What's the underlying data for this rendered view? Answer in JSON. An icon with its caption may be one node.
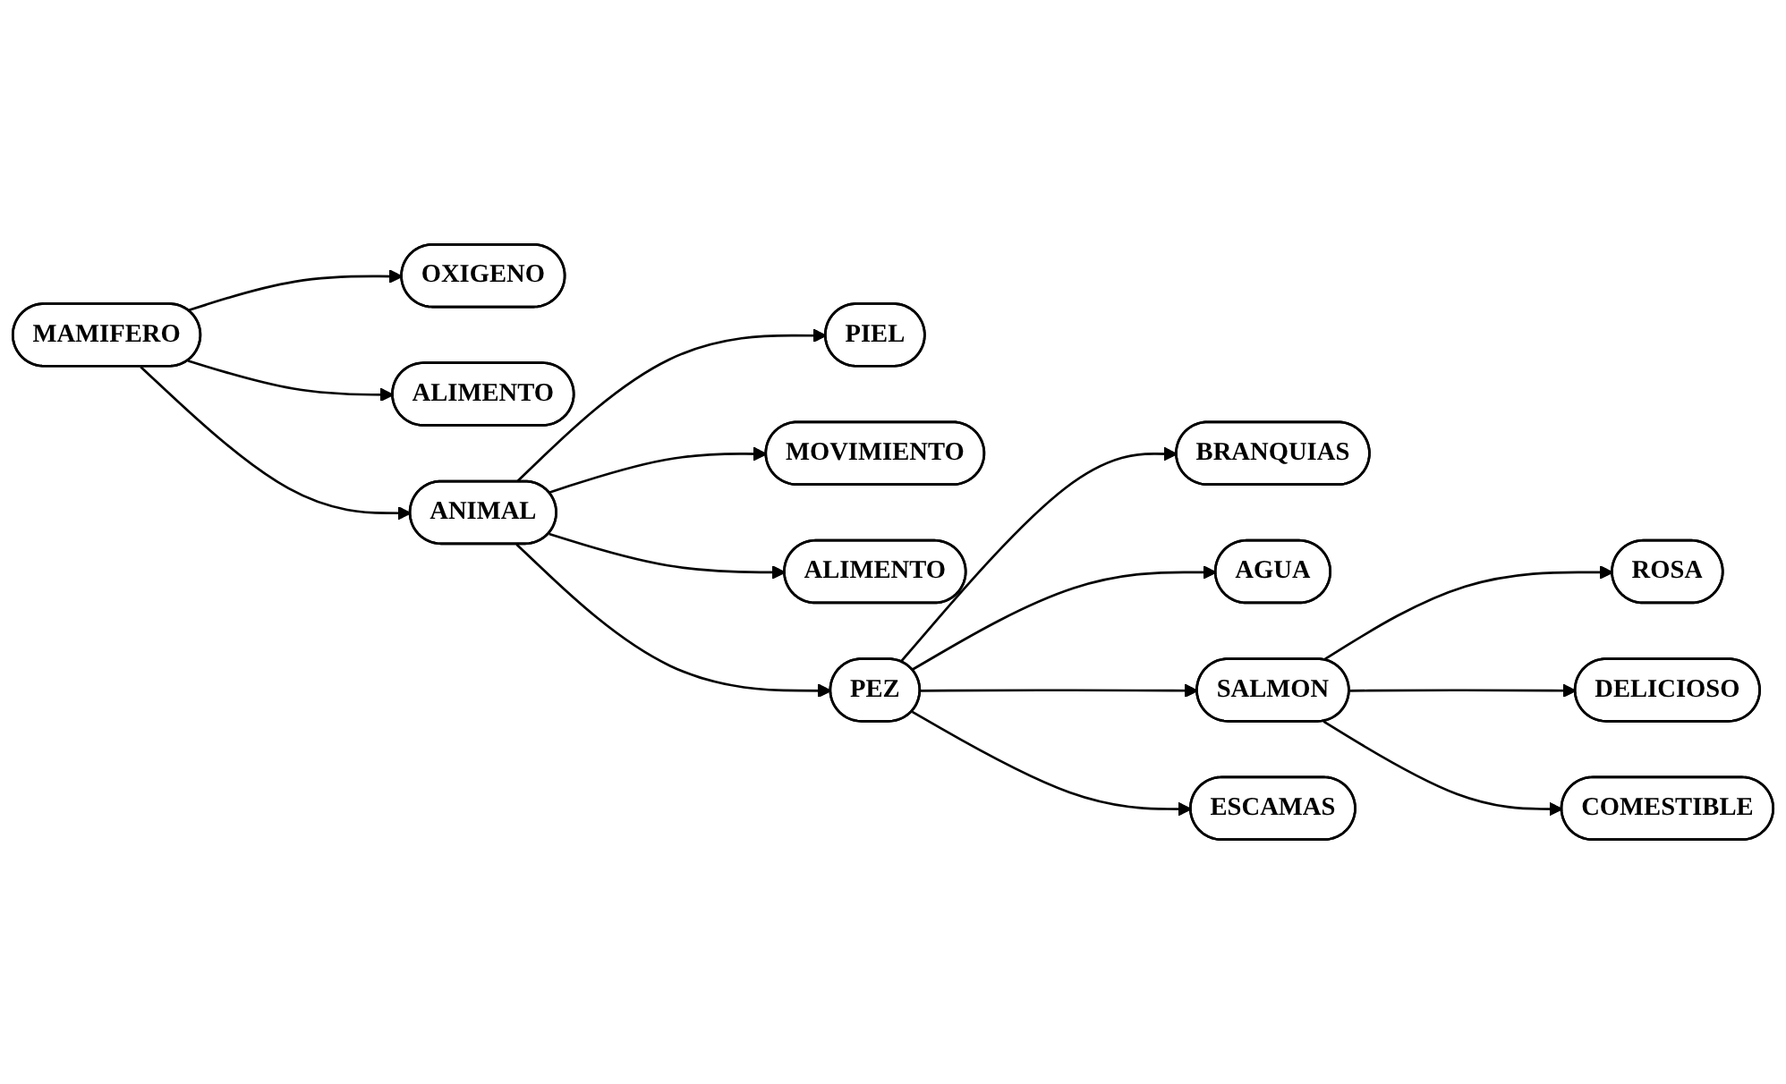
{
  "diagram": {
    "nodes": [
      {
        "text": [
          "OXIGENO"
        ]
      },
      {
        "text": [
          "MAMIFERO"
        ]
      },
      {
        "text": [
          "ALIMENTO"
        ]
      },
      {
        "text": [
          "PIEL"
        ]
      },
      {
        "text": [
          "MOVIMIENTO"
        ]
      },
      {
        "text": [
          "ANIMAL"
        ]
      },
      {
        "text": [
          "ALIMENTO"
        ]
      },
      {
        "text": [
          "BRANQUIAS"
        ]
      },
      {
        "text": [
          "PEZ"
        ]
      },
      {
        "text": [
          "ROSA"
        ]
      },
      {
        "text": [
          "AGUA"
        ]
      },
      {
        "text": [
          "SALMON"
        ]
      },
      {
        "text": [
          "ESCAMAS"
        ]
      },
      {
        "text": [
          "DELICIOSO"
        ]
      },
      {
        "text": [
          "COMESTIBLE"
        ]
      }
    ],
    "edges": [
      {
        "from": 1,
        "to": 0,
        "arrow": "to"
      },
      {
        "from": 1,
        "to": 2,
        "arrow": "to"
      },
      {
        "from": 1,
        "to": 5,
        "arrow": "to"
      },
      {
        "from": 5,
        "to": 3,
        "arrow": "to"
      },
      {
        "from": 5,
        "to": 4,
        "arrow": "to"
      },
      {
        "from": 5,
        "to": 6,
        "arrow": "to"
      },
      {
        "from": 5,
        "to": 8,
        "arrow": "to"
      },
      {
        "from": 8,
        "to": 7,
        "arrow": "to"
      },
      {
        "from": 8,
        "to": 10,
        "arrow": "to"
      },
      {
        "from": 8,
        "to": 12,
        "arrow": "to"
      },
      {
        "from": 8,
        "to": 11,
        "arrow": "to"
      },
      {
        "from": 11,
        "to": 9,
        "arrow": "to"
      },
      {
        "from": 11,
        "to": 13,
        "arrow": "to"
      },
      {
        "from": 11,
        "to": 14,
        "arrow": "to"
      }
    ]
  }
}
